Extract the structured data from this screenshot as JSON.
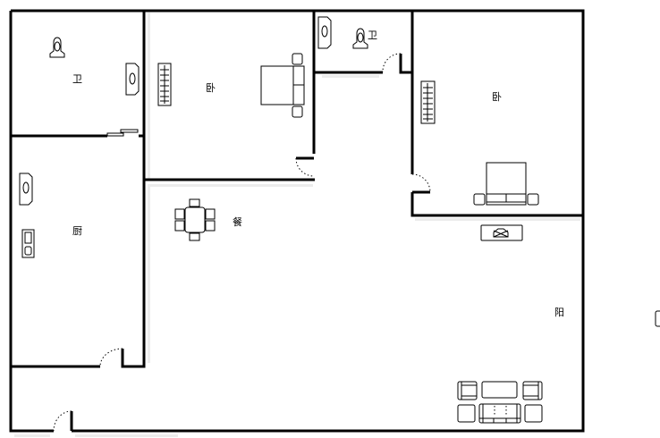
{
  "rooms": {
    "bathroom_1": "卫",
    "bedroom_1": "卧",
    "bathroom_2": "卫",
    "bedroom_2": "卧",
    "kitchen": "厨",
    "dining": "餐",
    "balcony": "阳"
  },
  "colors": {
    "wall": "#000000",
    "background": "#ffffff",
    "shadow": "#ececec"
  }
}
